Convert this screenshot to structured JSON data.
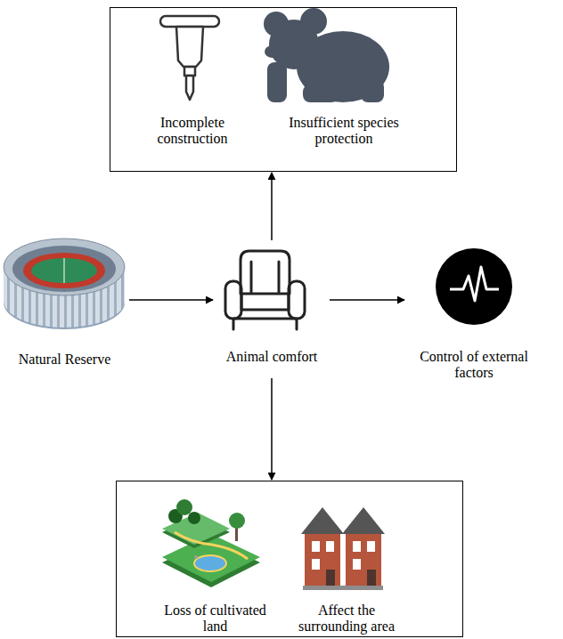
{
  "diagram": {
    "nodes": [
      {
        "text": [
          "Incomplete construction",
          "Insufficient species protection"
        ]
      },
      {
        "text": [
          "Natural Reserve"
        ]
      },
      {
        "text": [
          "Animal comfort"
        ]
      },
      {
        "text": [
          "Control of external factors"
        ]
      },
      {
        "text": [
          "Loss of cultivated land",
          "Affect the surrounding area"
        ]
      }
    ],
    "edges": [
      {
        "from": 1,
        "to": 2,
        "arrow": "to"
      },
      {
        "from": 2,
        "to": 0,
        "arrow": "to"
      },
      {
        "from": 2,
        "to": 3,
        "arrow": "to"
      },
      {
        "from": 2,
        "to": 4,
        "arrow": "to"
      }
    ]
  }
}
